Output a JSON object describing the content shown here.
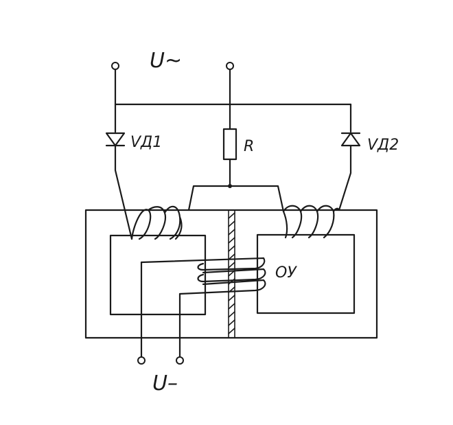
{
  "labels": {
    "ac_supply": "U~",
    "dc_output": "U–",
    "diode_1": "VД1",
    "diode_2": "VД2",
    "resistor": "R",
    "control_winding": "ОУ"
  }
}
